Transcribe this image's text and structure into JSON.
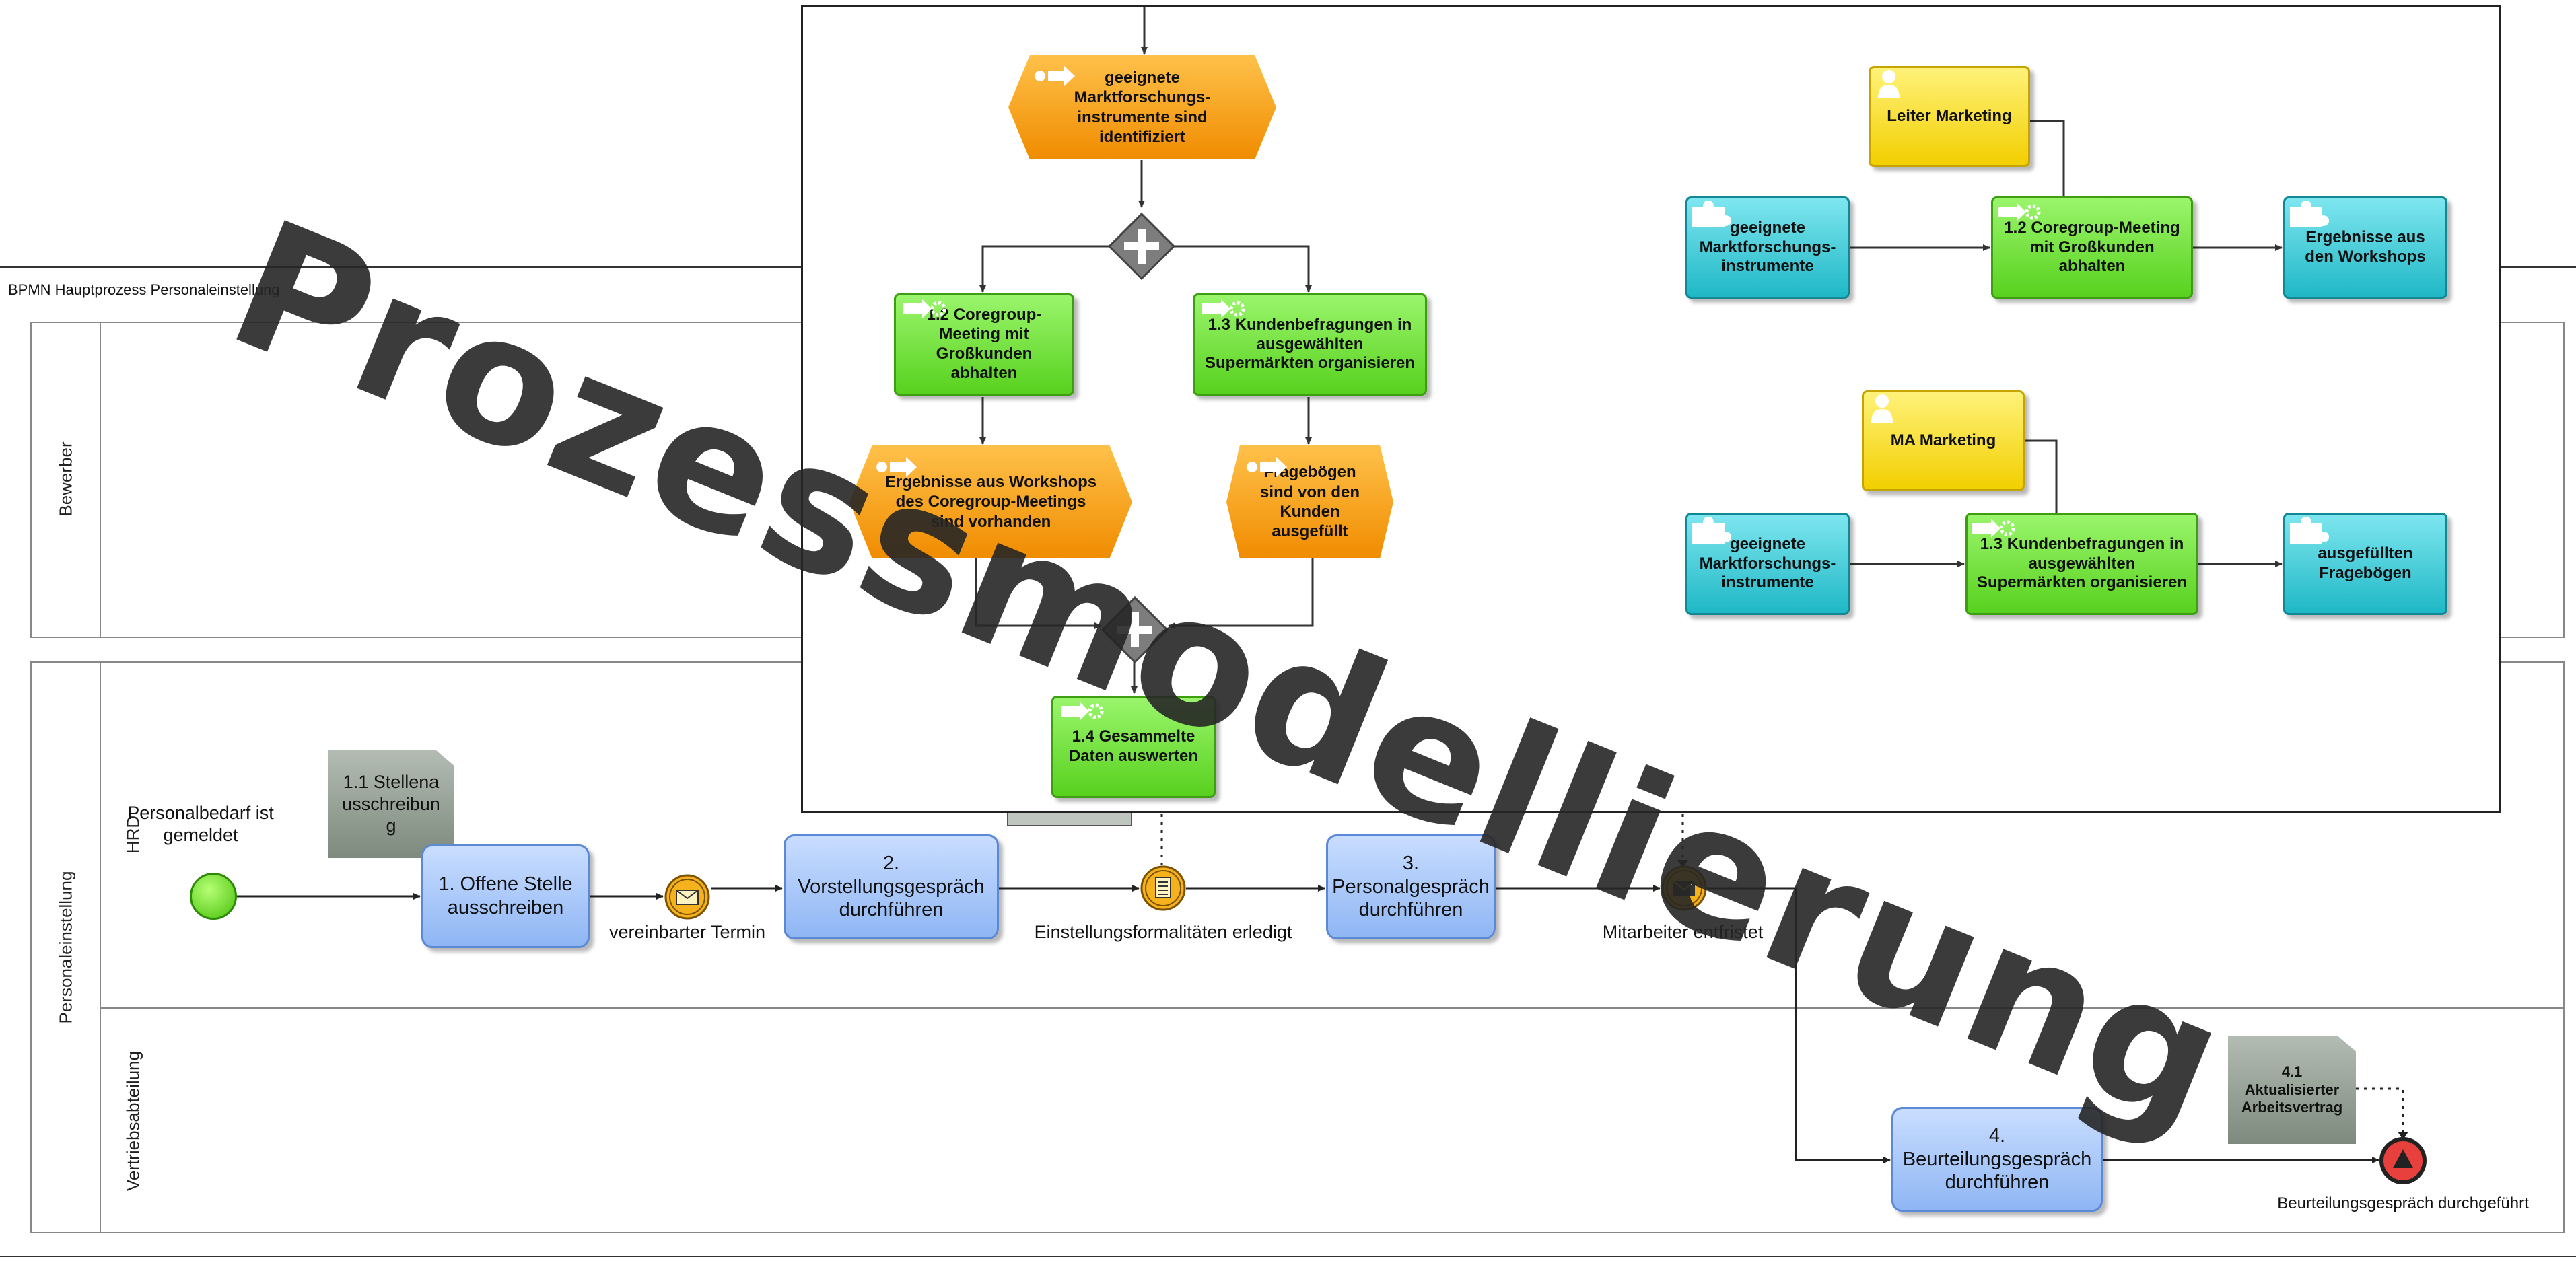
{
  "diagram": {
    "pool_title": "BPMN Hauptprozess Personaleinstellung",
    "pools": {
      "bewerber": "Bewerber",
      "personaleinstellung": "Personaleinstellung"
    },
    "lanes": {
      "hrd": "HRD",
      "vertrieb": "Vertriebsabteilung"
    },
    "start_event_label": "Personalbedarf ist gemeldet",
    "tasks": {
      "t1": "1. Offene Stelle ausschreiben",
      "t2": "2. Vorstellungsgespräch durchführen",
      "t3": "3. Personalgespräch durchführen",
      "t4": "4. Beurteilungsgespräch durchführen"
    },
    "events": {
      "e1": "vereinbarter Termin",
      "e2": "Einstellungsformalitäten erledigt",
      "e3": "Mitarbeiter entfristet",
      "end": "Beurteilungsgespräch durchgeführt"
    },
    "documents": {
      "d11": "1.1 Stellenausschreibung",
      "d41": "4.1 Aktualisierter Arbeitsvertrag"
    }
  },
  "overlay": {
    "evt_top": "geeignete Marktforschungs-instrumente sind identifiziert",
    "task_12": "1.2 Coregroup-Meeting mit Großkunden abhalten",
    "task_13": "1.3 Kundenbefragungen in ausgewählten Supermärkten organisieren",
    "evt_left": "Ergebnisse aus Workshops des Coregroup-Meetings sind vorhanden",
    "evt_right": "Fragebögen sind von den Kunden ausgefüllt",
    "task_14": "1.4 Gesammelte Daten auswerten",
    "role_leiter": "Leiter Marketing",
    "role_ma": "MA Marketing",
    "input_a": "geeignete Marktforschungs-instrumente",
    "input_b": "geeignete Marktforschungs-instrumente",
    "task_12b": "1.2 Coregroup-Meeting mit Großkunden abhalten",
    "task_13b": "1.3 Kundenbefragungen in ausgewählten Supermärkten organisieren",
    "output_a": "Ergebnisse aus den Workshops",
    "output_b": "ausgefüllten Fragebögen"
  },
  "watermark": "Prozessmodellierung",
  "icons": [
    "envelope-icon",
    "document-icon",
    "parallel-gateway-icon",
    "event-arrow-icon",
    "gear-arrow-icon",
    "person-icon",
    "puzzle-icon",
    "end-event-icon"
  ],
  "colors": {
    "task_blue": "#8fb6f4",
    "task_green": "#58d11e",
    "event_orange": "#f08c00",
    "role_yellow": "#f2cf00",
    "object_teal": "#1fb8c6",
    "start_green": "#66dd22",
    "end_red": "#e8403c"
  }
}
